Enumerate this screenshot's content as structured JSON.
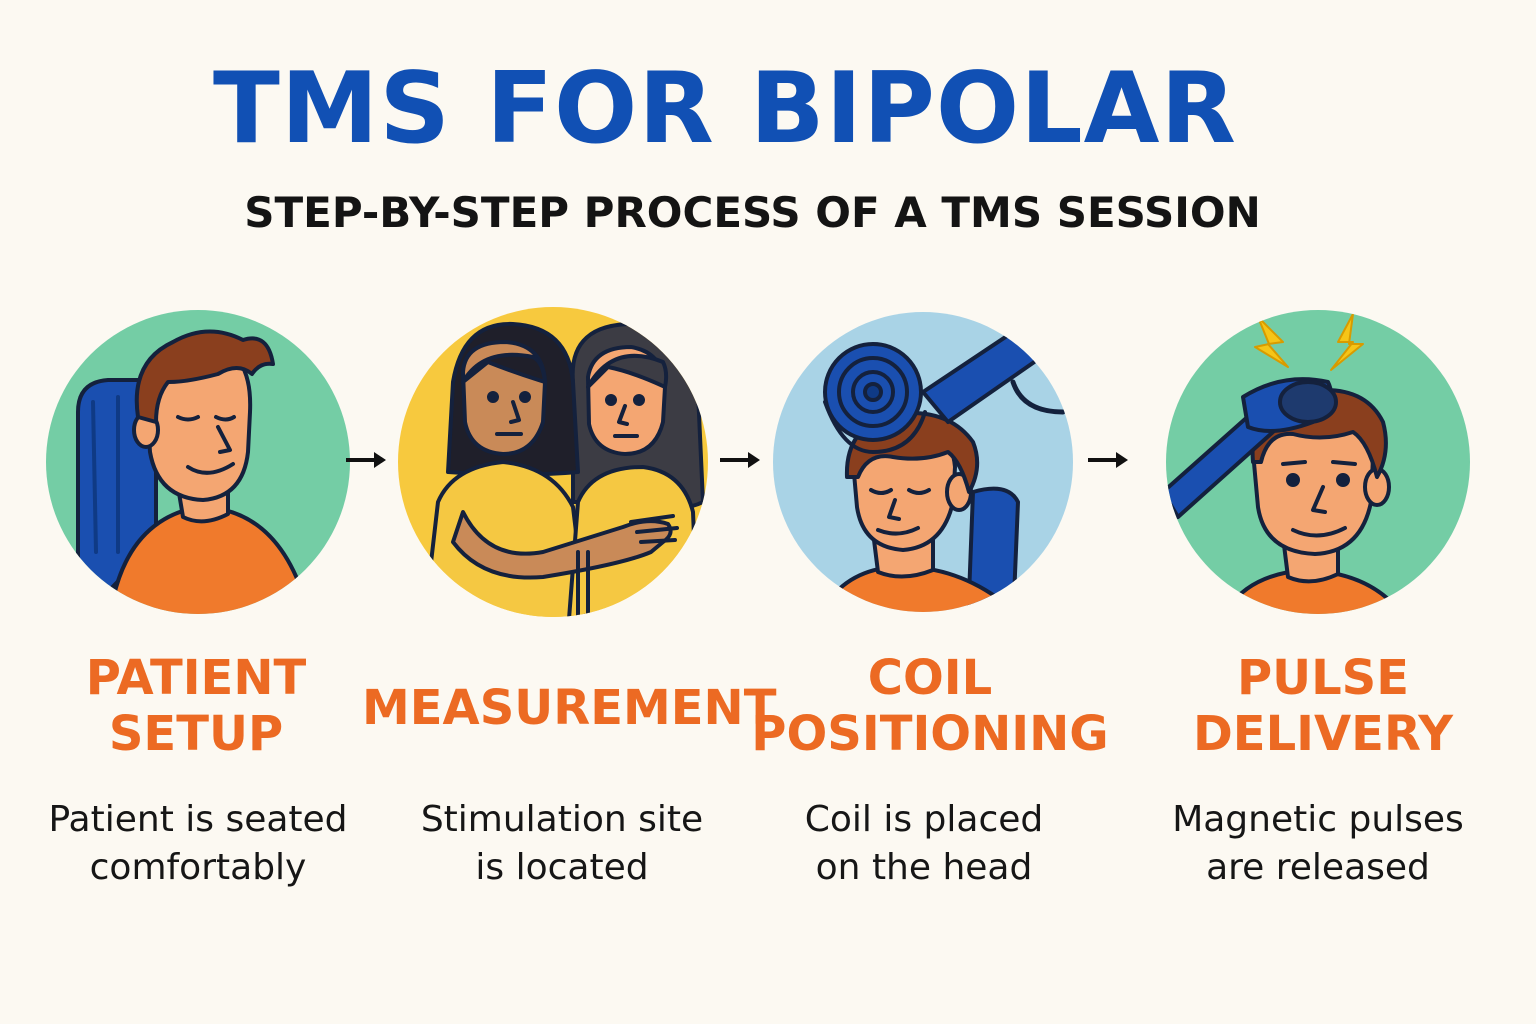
{
  "title": "TMS FOR BIPOLAR",
  "subtitle": "STEP-BY-STEP PROCESS OF A TMS SESSION",
  "colors": {
    "title": "#1150b4",
    "label": "#ec6a23",
    "text": "#161616",
    "circle_green": "#74cda5",
    "circle_yellow": "#f7c93e",
    "circle_blue": "#a9d3e6",
    "skin": "#f4a672",
    "hair": "#8a3f1e",
    "shirt": "#f07a2c",
    "chair": "#1a4fb0"
  },
  "steps": [
    {
      "label_line1": "PATIENT",
      "label_line2": "SETUP",
      "desc_line1": "Patient is seated",
      "desc_line2": "comfortably",
      "icon": "patient-seated-icon"
    },
    {
      "label_line1": "MEASUREMENT",
      "label_line2": "",
      "desc_line1": "Stimulation site",
      "desc_line2": "is located",
      "icon": "clinician-measuring-icon"
    },
    {
      "label_line1": "COIL",
      "label_line2": "POSITIONING",
      "desc_line1": "Coil is placed",
      "desc_line2": "on the head",
      "icon": "coil-on-head-icon"
    },
    {
      "label_line1": "PULSE",
      "label_line2": "DELIVERY",
      "desc_line1": "Magnetic pulses",
      "desc_line2": "are released",
      "icon": "magnetic-pulse-icon"
    }
  ]
}
